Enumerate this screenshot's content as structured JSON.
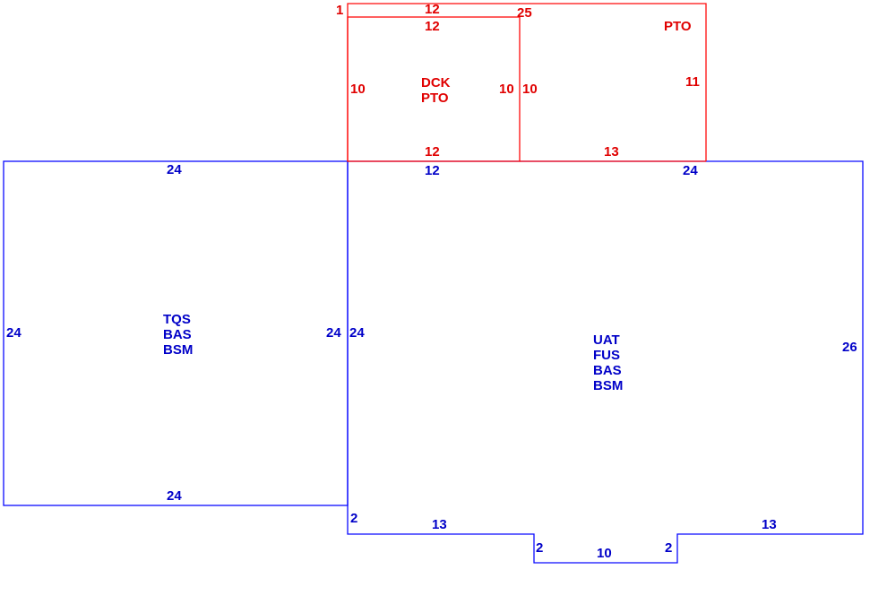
{
  "colors": {
    "living_area": "#0a0aff",
    "exterior_area": "#ff0a0a"
  },
  "areas": {
    "left": {
      "codes": [
        "TQS",
        "BAS",
        "BSM"
      ]
    },
    "main": {
      "codes": [
        "UAT",
        "FUS",
        "BAS",
        "BSM"
      ]
    },
    "deck": {
      "codes": [
        "DCK",
        "PTO"
      ]
    },
    "patio": {
      "codes": [
        "PTO"
      ]
    }
  },
  "dimensions": {
    "red_corner_left": "1",
    "red_top_outer": "12",
    "red_corner_right": "25",
    "deck_top": "12",
    "deck_left": "10",
    "deck_right": "10",
    "patio_left": "10",
    "patio_right": "11",
    "deck_bottom": "12",
    "patio_bottom": "13",
    "left_top": "24",
    "main_top_left": "12",
    "main_top_right": "24",
    "left_left": "24",
    "left_right": "24",
    "main_left": "24",
    "main_right": "26",
    "left_bottom": "24",
    "main_step_left": "2",
    "main_bottom_left": "13",
    "notch_left": "2",
    "notch_bottom": "10",
    "notch_right": "2",
    "main_bottom_right": "13"
  }
}
